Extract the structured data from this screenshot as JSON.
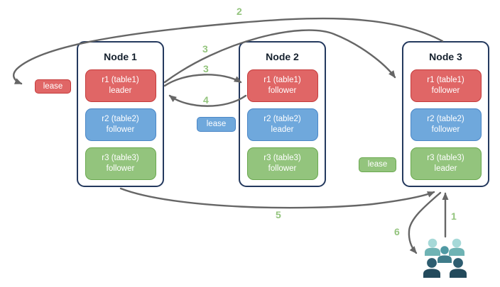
{
  "diagram": {
    "nodes": [
      {
        "title": "Node 1",
        "replicas": [
          {
            "name": "r1 (table1)",
            "role": "leader",
            "color": "red"
          },
          {
            "name": "r2 (table2)",
            "role": "follower",
            "color": "blue"
          },
          {
            "name": "r3 (table3)",
            "role": "follower",
            "color": "green"
          }
        ]
      },
      {
        "title": "Node 2",
        "replicas": [
          {
            "name": "r1 (table1)",
            "role": "follower",
            "color": "red"
          },
          {
            "name": "r2 (table2)",
            "role": "leader",
            "color": "blue"
          },
          {
            "name": "r3 (table3)",
            "role": "follower",
            "color": "green"
          }
        ]
      },
      {
        "title": "Node 3",
        "replicas": [
          {
            "name": "r1 (table1)",
            "role": "follower",
            "color": "red"
          },
          {
            "name": "r2 (table2)",
            "role": "follower",
            "color": "blue"
          },
          {
            "name": "r3 (table3)",
            "role": "leader",
            "color": "green"
          }
        ]
      }
    ],
    "leases": [
      {
        "label": "lease",
        "color": "#e06666"
      },
      {
        "label": "lease",
        "color": "#6fa8dc"
      },
      {
        "label": "lease",
        "color": "#93c47d"
      }
    ],
    "step_labels": [
      "2",
      "3",
      "3",
      "4",
      "5",
      "1",
      "6"
    ],
    "icons": {
      "clients": "group-of-users-icon"
    },
    "colors": {
      "replica_red": "#e06666",
      "replica_red_border": "#c43b3b",
      "replica_blue": "#6fa8dc",
      "replica_blue_border": "#4a86c6",
      "replica_green": "#93c47d",
      "replica_green_border": "#6aa84f",
      "node_border": "#24395e",
      "arrow": "#666666",
      "step_label": "#93c47d",
      "clients_light": "#a6d9d8",
      "clients_mid": "#4f99a3",
      "clients_dark": "#2e5d70"
    }
  }
}
